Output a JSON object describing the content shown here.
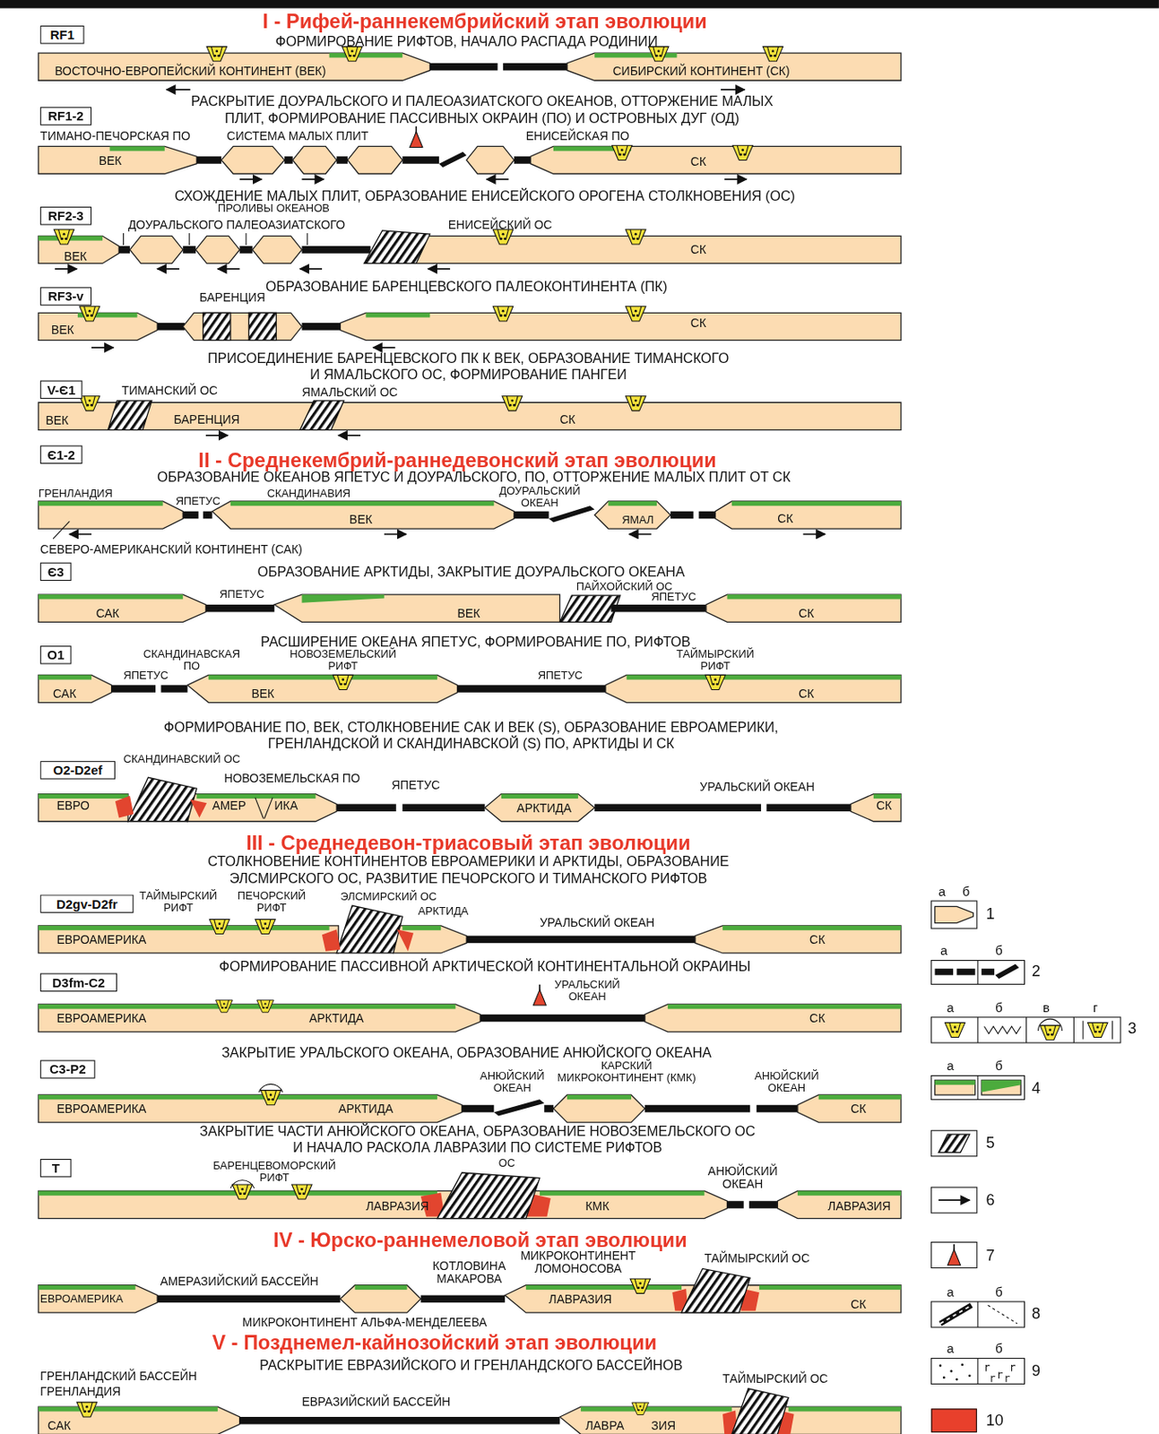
{
  "diagram": {
    "nodes": [
      {
        "text": [
          "RF1"
        ]
      },
      {
        "text": [
          "RF1-2"
        ]
      },
      {
        "text": [
          "RF2-3"
        ]
      },
      {
        "text": [
          "RF3-v"
        ]
      },
      {
        "text": [
          "V-Є1"
        ]
      },
      {
        "text": [
          "Є1-2"
        ]
      },
      {
        "text": [
          "Є3"
        ]
      },
      {
        "text": [
          "O1"
        ]
      },
      {
        "text": [
          "O2-D2ef"
        ]
      },
      {
        "text": [
          "D2gv-D2fr"
        ]
      },
      {
        "text": [
          "D3fm-C2"
        ]
      },
      {
        "text": [
          "C3-P2"
        ]
      },
      {
        "text": [
          "T"
        ]
      }
    ],
    "labels": [
      "I - Рифей-раннекембрийский этап эволюции",
      "ФОРМИРОВАНИЕ РИФТОВ, НАЧАЛО РАСПАДА РОДИНИИ",
      "ВОСТОЧНО-ЕВРОПЕЙСКИЙ КОНТИНЕНТ (ВЕК)",
      "СИБИРСКИЙ КОНТИНЕНТ (СК)",
      "РАСКРЫТИЕ ДОУРАЛЬСКОГО И ПАЛЕОАЗИАТСКОГО ОКЕАНОВ, ОТТОРЖЕНИЕ МАЛЫХ ПЛИТ, ФОРМИРОВАНИЕ ПАССИВНЫХ ОКРАИН (ПО) И ОСТРОВНЫХ ДУГ (ОД)",
      "ТИМАНО-ПЕЧОРСКАЯ ПО",
      "СИСТЕМА МАЛЫХ ПЛИТ",
      "ЕНИСЕЙСКАЯ ПО",
      "ВЕК",
      "СК",
      "СХОЖДЕНИЕ МАЛЫХ ПЛИТ, ОБРАЗОВАНИЕ ЕНИСЕЙСКОГО ОРОГЕНА СТОЛКНОВЕНИЯ (ОС)",
      "ПРОЛИВЫ ОКЕАНОВ",
      "ДОУРАЛЬСКОГО ПАЛЕОАЗИАТСКОГО",
      "ЕНИСЕЙСКИЙ ОС",
      "ВЕК",
      "СК",
      "ОБРАЗОВАНИЕ БАРЕНЦЕВСКОГО ПАЛЕОКОНТИНЕНТА (ПК)",
      "БАРЕНЦИЯ",
      "ВЕК",
      "СК",
      "ПРИСОЕДИНЕНИЕ БАРЕНЦЕВСКОГО ПК К ВЕК, ОБРАЗОВАНИЕ ТИМАНСКОГО И ЯМАЛЬСКОГО ОС, ФОРМИРОВАНИЕ ПАНГЕИ",
      "ТИМАНСКИЙ ОС",
      "ЯМАЛЬСКИЙ ОС",
      "ВЕК",
      "БАРЕНЦИЯ",
      "СК",
      "II - Среднекембрий-раннедевонский этап эволюции",
      "ОБРАЗОВАНИЕ ОКЕАНОВ ЯПЕТУС И ДОУРАЛЬСКОГО, ПО, ОТТОРЖЕНИЕ МАЛЫХ ПЛИТ ОТ СК",
      "ГРЕНЛАНДИЯ",
      "ЯПЕТУС",
      "СКАНДИНАВИЯ",
      "ДОУРАЛЬСКИЙ ОКЕАН",
      "ВЕК",
      "ЯМАЛ",
      "СК",
      "СЕВЕРО-АМЕРИКАНСКИЙ КОНТИНЕНТ (САК)",
      "ОБРАЗОВАНИЕ АРКТИДЫ, ЗАКРЫТИЕ ДОУРАЛЬСКОГО ОКЕАНА",
      "ПАЙХОЙСКИЙ ОС",
      "ЯПЕТУС",
      "ЯПЕТУС",
      "САК",
      "ВЕК",
      "СК",
      "РАСШИРЕНИЕ ОКЕАНА ЯПЕТУС, ФОРМИРОВАНИЕ ПО, РИФТОВ",
      "СКАНДИНАВСКАЯ ПО",
      "НОВОЗЕМЕЛЬСКИЙ РИФТ",
      "ТАЙМЫРСКИЙ РИФТ",
      "ЯПЕТУС",
      "ЯПЕТУС",
      "САК",
      "ВЕК",
      "СК",
      "ФОРМИРОВАНИЕ ПО, ВЕК, СТОЛКНОВЕНИЕ САК И ВЕК (S), ОБРАЗОВАНИЕ ЕВРОАМЕРИКИ, ГРЕНЛАНДСКОЙ И СКАНДИНАВСКОЙ (S) ПО, АРКТИДЫ И СК",
      "СКАНДИНАВСКИЙ ОС",
      "НОВОЗЕМЕЛЬСКАЯ ПО",
      "ЯПЕТУС",
      "УРАЛЬСКИЙ ОКЕАН",
      "ЕВРО",
      "АМЕР",
      "ИКА",
      "АРКТИДА",
      "СК",
      "III - Среднедевон-триасовый этап эволюции",
      "СТОЛКНОВЕНИЕ КОНТИНЕНТОВ ЕВРОАМЕРИКИ И АРКТИДЫ, ОБРАЗОВАНИЕ ЭЛСМИРСКОГО ОС, РАЗВИТИЕ ПЕЧОРСКОГО И ТИМАНСКОГО РИФТОВ",
      "ТАЙМЫРСКИЙ РИФТ",
      "ПЕЧОРСКИЙ РИФТ",
      "ЭЛСМИРСКИЙ ОС",
      "АРКТИДА",
      "УРАЛЬСКИЙ ОКЕАН",
      "ЕВРОАМЕРИКА",
      "СК",
      "ФОРМИРОВАНИЕ ПАССИВНОЙ АРКТИЧЕСКОЙ КОНТИНЕНТАЛЬНОЙ ОКРАИНЫ",
      "УРАЛЬСКИЙ ОКЕАН",
      "ЕВРОАМЕРИКА",
      "АРКТИДА",
      "СК",
      "ЗАКРЫТИЕ УРАЛЬСКОГО ОКЕАНА, ОБРАЗОВАНИЕ АНЮЙСКОГО ОКЕАНА",
      "АНЮЙСКИЙ ОКЕАН",
      "КАРСКИЙ МИКРОКОНТИНЕНТ (КМК)",
      "АНЮЙСКИЙ ОКЕАН",
      "ЕВРОАМЕРИКА",
      "АРКТИДА",
      "СК",
      "ЗАКРЫТИЕ ЧАСТИ АНЮЙСКОГО ОКЕАНА, ОБРАЗОВАНИЕ НОВОЗЕМЕЛЬСКОГО ОС И НАЧАЛО РАСКОЛА ЛАВРАЗИИ ПО СИСТЕМЕ РИФТОВ",
      "БАРЕНЦЕВОМОРСКИЙ РИФТ",
      "ОС",
      "АНЮЙСКИЙ ОКЕАН",
      "ЛАВРАЗИЯ",
      "КМК",
      "ЛАВРАЗИЯ",
      "IV - Юрско-раннемеловой этап эволюции",
      "МИКРОКОНТИНЕНТ ЛОМОНОСОВА",
      "ТАЙМЫРСКИЙ ОС",
      "КОТЛОВИНА МАКАРОВА",
      "АМЕРАЗИЙСКИЙ БАССЕЙН",
      "ЕВРОАМЕРИКА",
      "ЛАВРАЗИЯ",
      "СК",
      "МИКРОКОНТИНЕНТ АЛЬФА-МЕНДЕЛЕЕВА",
      "V - Позднемел-кайнозойский этап эволюции",
      "РАСКРЫТИЕ ЕВРАЗИЙСКОГО И ГРЕНЛАНДСКОГО БАССЕЙНОВ",
      "ТАЙМЫРСКИЙ ОС",
      "ГРЕНЛАНДСКИЙ БАССЕЙН",
      "ГРЕНЛАНДИЯ",
      "ЕВРАЗИЙСКИЙ БАССЕЙН",
      "САК",
      "ЛАВРА",
      "ЗИЯ",
      "а",
      "б",
      "а",
      "б",
      "а",
      "б",
      "в",
      "г",
      "а",
      "б",
      "а",
      "б",
      "а",
      "б"
    ],
    "legend": [
      {
        "text": "1"
      },
      {
        "text": "2"
      },
      {
        "text": "3"
      },
      {
        "text": "4"
      },
      {
        "text": "5"
      },
      {
        "text": "6"
      },
      {
        "text": "7"
      },
      {
        "text": "8"
      },
      {
        "text": "9"
      },
      {
        "text": "10",
        "color": "#e8402c"
      }
    ]
  }
}
